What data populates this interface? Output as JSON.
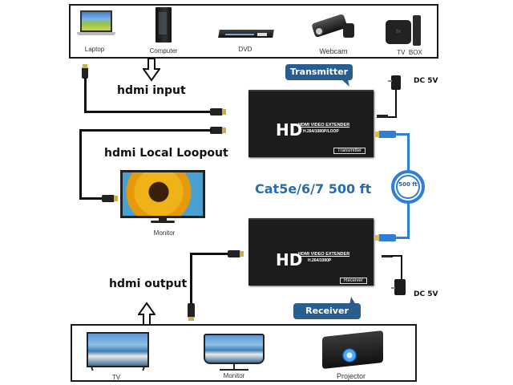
{
  "sources": {
    "items": [
      {
        "name": "laptop",
        "label": "Laptop"
      },
      {
        "name": "computer",
        "label": "Computer"
      },
      {
        "name": "dvd",
        "label": "DVD"
      },
      {
        "name": "webcam",
        "label": "Webcam"
      },
      {
        "name": "tv-box",
        "label": "TV  BOX",
        "screen_text": "tv"
      }
    ]
  },
  "labels": {
    "hdmi_input": "hdmi input",
    "hdmi_loopout": "hdmi Local Loopout",
    "hdmi_output": "hdmi output",
    "cable_spec": "Cat5e/6/7 500 ft",
    "loop_badge": "500 ft",
    "monitor_local": "Monitor"
  },
  "transmitter": {
    "callout": "Transmitter",
    "hd": "HD",
    "line1": "HDMI VIDEO EXTENDER",
    "line2": "H.264/1080P/LOOP",
    "tag": "Transmitter",
    "power": "DC 5V"
  },
  "receiver": {
    "callout": "Receiver",
    "hd": "HD",
    "line1": "HDMI VIDEO EXTENDER",
    "line2": "H.264/1080P",
    "tag": "Receiver",
    "power": "DC 5V"
  },
  "displays": {
    "items": [
      {
        "name": "tv",
        "label": "TV"
      },
      {
        "name": "monitor",
        "label": "Monitor"
      },
      {
        "name": "projector",
        "label": "Projector"
      }
    ]
  },
  "colors": {
    "callout_bg": "#2a5d8f",
    "cable_blue": "#2f7fd6",
    "cable_spec_text": "#2b6cb0"
  }
}
